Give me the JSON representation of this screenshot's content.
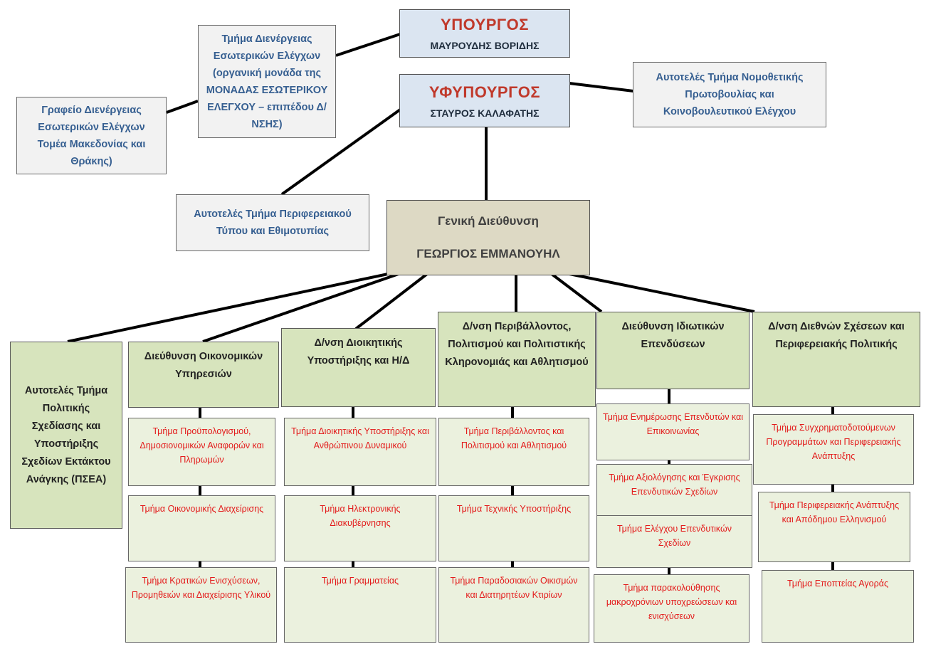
{
  "minister": {
    "title": "ΥΠΟΥΡΓΟΣ",
    "name": "ΜΑΥΡΟΥΔΗΣ ΒΟΡΙΔΗΣ"
  },
  "deputy_minister": {
    "title": "ΥΦΥΠΟΥΡΓΟΣ",
    "name": "ΣΤΑΥΡΟΣ ΚΑΛΑΦΑΤΗΣ"
  },
  "internal_audit_dept": "Τμήμα Διενέργειας Εσωτερικών Ελέγχων (οργανική μονάδα της ΜΟΝΑΔΑΣ ΕΣΩΤΕΡΙΚΟΥ ΕΛΕΓΧΟΥ – επιπέδου Δ/ΝΣΗΣ)",
  "audit_office": "Γραφείο Διενέργειας Εσωτερικών Ελέγχων Τομέα Μακεδονίας και Θράκης)",
  "legislative_dept": "Αυτοτελές Τμήμα Νομοθετικής Πρωτοβουλίας και Κοινοβουλευτικού Ελέγχου",
  "press_dept": "Αυτοτελές Τμήμα Περιφερειακού Τύπου και Εθιμοτυπίας",
  "general_directorate": {
    "title": "Γενική Διεύθυνση",
    "name": "ΓΕΩΡΓΙΟΣ ΕΜΜΑΝΟΥΗΛ"
  },
  "psea_dept": "Αυτοτελές Τμήμα Πολιτικής Σχεδίασης και Υποστήριξης Σχεδίων Εκτάκτου Ανάγκης (ΠΣΕΑ)",
  "directorates": [
    {
      "label": "Διεύθυνση Οικονομικών Υπηρεσιών",
      "departments": [
        "Τμήμα Προϋπολογισμού, Δημοσιονομικών Αναφορών και Πληρωμών",
        "Τμήμα Οικονομικής Διαχείρισης",
        "Τμήμα Κρατικών Ενισχύσεων, Προμηθειών και Διαχείρισης Υλικού"
      ]
    },
    {
      "label": "Δ/νση Διοικητικής Υποστήριξης και Η/Δ",
      "departments": [
        "Τμήμα Διοικητικής Υποστήριξης και Ανθρώπινου Δυναμικού",
        "Τμήμα Ηλεκτρονικής Διακυβέρνησης",
        "Τμήμα Γραμματείας"
      ]
    },
    {
      "label": "Δ/νση Περιβάλλοντος, Πολιτισμού και Πολιτιστικής Κληρονομιάς και Αθλητισμού",
      "departments": [
        "Τμήμα Περιβάλλοντος και Πολιτισμού και Αθλητισμού",
        "Τμήμα Τεχνικής Υποστήριξης",
        "Τμήμα Παραδοσιακών Οικισμών και Διατηρητέων Κτιρίων"
      ]
    },
    {
      "label": "Διεύθυνση Ιδιωτικών Επενδύσεων",
      "departments": [
        "Τμήμα Ενημέρωσης Επενδυτών και Επικοινωνίας",
        "Τμήμα Αξιολόγησης και Έγκρισης Επενδυτικών Σχεδίων",
        "Τμήμα Ελέγχου Επενδυτικών Σχεδίων",
        "Τμήμα παρακολούθησης μακροχρόνιων υποχρεώσεων και ενισχύσεων"
      ]
    },
    {
      "label": "Δ/νση Διεθνών Σχέσεων και Περιφερειακής Πολιτικής",
      "departments": [
        "Τμήμα Συγχρηματοδοτούμενων Προγραμμάτων και Περιφερειακής Ανάπτυξης",
        "Τμήμα  Περιφερειακής Ανάπτυξης και Απόδημου Ελληνισμού",
        "Τμήμα Εποπτείας Αγοράς"
      ]
    }
  ],
  "colors": {
    "top_fill": "#dbe5f1",
    "ministerial_title": "#c0392b",
    "staff_text": "#365f91",
    "directorate_fill": "#d7e4bd",
    "department_fill": "#ebf1de",
    "department_text": "#e31b1b",
    "gd_fill": "#ddd9c4"
  }
}
